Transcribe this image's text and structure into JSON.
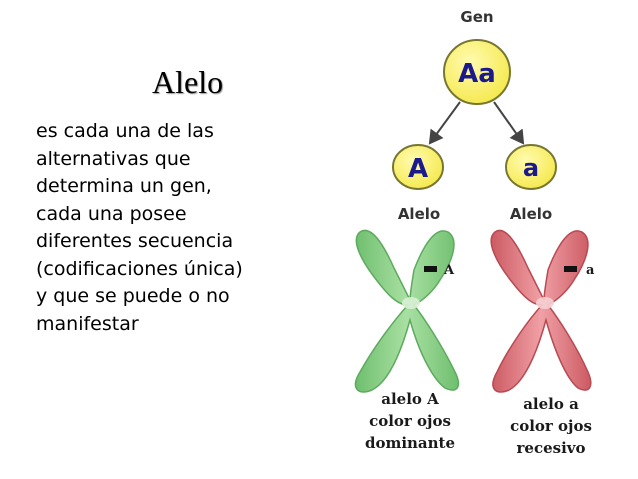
{
  "title": "Alelo",
  "description_lines": [
    "es cada una de las",
    "alternativas que",
    "determina un gen,",
    "cada una posee",
    "diferentes secuencia",
    "(codificaciones única)",
    "y que se puede o no",
    "manifestar"
  ],
  "diagram": {
    "gene_label": "Gen",
    "gene_genotype": "Aa",
    "alleles": [
      {
        "letter": "A",
        "label": "Alelo",
        "marker": "A",
        "caption": [
          "alelo A",
          "color ojos",
          "dominante"
        ],
        "color": "#8fd08f"
      },
      {
        "letter": "a",
        "label": "Alelo",
        "marker": "a",
        "caption": [
          "alelo a",
          "color ojos",
          "recesivo"
        ],
        "color": "#e07a7f"
      }
    ],
    "circle_fill": "#fff06a",
    "circle_stroke": "#7a7a2a"
  }
}
